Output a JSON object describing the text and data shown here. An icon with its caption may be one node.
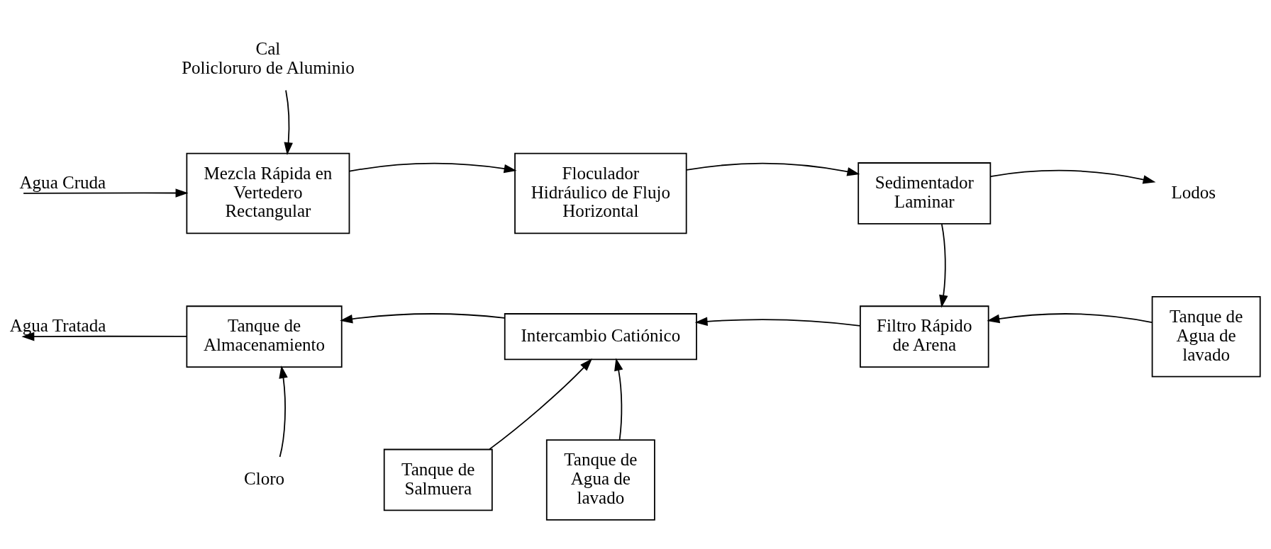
{
  "diagram": {
    "nodes": [
      {
        "text": [
          "Cal",
          "Policloruro de Aluminio"
        ]
      },
      {
        "text": [
          "Mezcla Rápida en Vertedero Rectangular"
        ]
      },
      {
        "text": [
          "Floculador Hidráulico de Flujo Horizontal"
        ]
      },
      {
        "text": [
          "Sedimentador Laminar"
        ]
      },
      {
        "text": [
          "Lodos"
        ]
      },
      {
        "text": [
          "Tanque de Almacenamiento"
        ]
      },
      {
        "text": [
          "Intercambio Catiónico"
        ]
      },
      {
        "text": [
          "Filtro Rápido de Arena"
        ]
      },
      {
        "text": [
          "Tanque de Agua de lavado"
        ]
      },
      {
        "text": [
          "Cloro"
        ]
      },
      {
        "text": [
          "Tanque de Salmuera"
        ]
      },
      {
        "text": [
          "Tanque de Agua de lavado"
        ]
      }
    ],
    "edges": [
      {
        "from": null,
        "to": 1,
        "arrow": "to",
        "label": "Agua Cruda"
      },
      {
        "from": 0,
        "to": 1,
        "arrow": "to"
      },
      {
        "from": 1,
        "to": 2,
        "arrow": "to"
      },
      {
        "from": 2,
        "to": 3,
        "arrow": "to"
      },
      {
        "from": 3,
        "to": 4,
        "arrow": "to"
      },
      {
        "from": 3,
        "to": 7,
        "arrow": "to"
      },
      {
        "from": 7,
        "to": 6,
        "arrow": "to"
      },
      {
        "from": 8,
        "to": 7,
        "arrow": "to"
      },
      {
        "from": 6,
        "to": 5,
        "arrow": "to"
      },
      {
        "from": 5,
        "to": null,
        "arrow": "to",
        "label": "Agua Tratada"
      },
      {
        "from": 9,
        "to": 5,
        "arrow": "to"
      },
      {
        "from": 10,
        "to": 6,
        "arrow": "to"
      },
      {
        "from": 11,
        "to": 6,
        "arrow": "to"
      }
    ]
  }
}
